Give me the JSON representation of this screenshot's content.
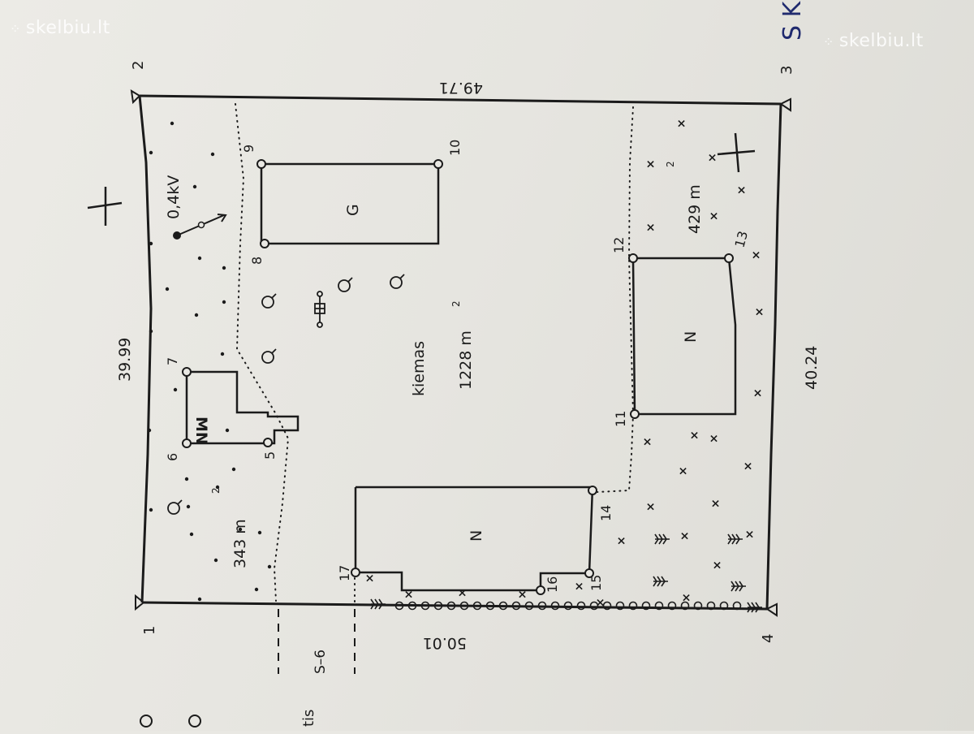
{
  "watermark": "skelbiu.lt",
  "plan": {
    "corner_labels": [
      "1",
      "2",
      "3",
      "4"
    ],
    "point_labels": [
      "5",
      "6",
      "7",
      "8",
      "9",
      "10",
      "11",
      "12",
      "13",
      "14",
      "15",
      "16",
      "17"
    ],
    "dimensions": {
      "top": "39.99",
      "right_top": "49.71",
      "bottom": "40.24",
      "left_bottom": "50.01"
    },
    "buildings": {
      "residence": "MN",
      "garage": "G",
      "outbuilding_upper": "N",
      "outbuilding_lower": "N"
    },
    "areas": {
      "yard_name": "kiemas",
      "yard_area": "1228 m",
      "left_strip_area": "343 m",
      "corner_area": "429 m",
      "square_exponent": "2"
    },
    "power_line_label": "0,4kV",
    "servitude_label": "S–6",
    "margin_text": "tis",
    "margin_handwriting": "S K L"
  }
}
